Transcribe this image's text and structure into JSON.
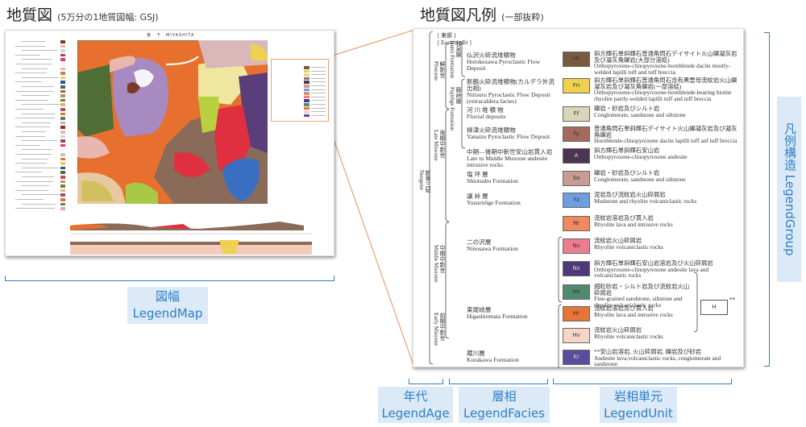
{
  "header": {
    "map_title": "地質図",
    "map_subtitle": "(5万分の1地質図幅: GSJ)",
    "legend_title": "地質図凡例",
    "legend_subtitle": "(一部抜粋)"
  },
  "map": {
    "sheet_title": "宮　下　MIYASHITA"
  },
  "legend": {
    "region_ja": "[ 東部 ]",
    "region_en": "[ Eastern part ]",
    "ages": [
      {
        "ja": "新第三紀",
        "en": "Neogene"
      },
      {
        "ja": "鮮新世",
        "en": "Pliocene"
      },
      {
        "ja": "後期中新世",
        "en": "Late Miocene"
      },
      {
        "ja": "中期中新世",
        "en": "Middle Miocene"
      },
      {
        "ja": "前期中新世",
        "en": "Early Miocene"
      },
      {
        "ja": "和泉層",
        "en": "Izumi Formation"
      },
      {
        "ja": "藤峠層",
        "en": "Fujitōge Formation"
      }
    ],
    "rows": [
      {
        "facies_ja": "仏沢火砕流堆積物",
        "facies_en": "Hotokezawa Pyroclastic Flow Deposit",
        "code": "Ht",
        "color": "#7a5a3e",
        "unit_ja": "斜方輝石単斜輝石普通角閃石デイサイト火山礫凝灰岩及び凝灰角礫岩(大部分溶結)",
        "unit_en": "Orthopyroxene-clinopyroxene-hornblende dacite mostly-welded lapilli tuff and tuff breccia"
      },
      {
        "facies_ja": "新鶴火砕流堆積物(カルデラ外流出相)",
        "facies_en": "Niitsuru Pyroclastic Flow Deposit (extracaldera facies)",
        "code": "Fn",
        "color": "#f0d050",
        "unit_ja": "斜方輝石単斜輝石普通角閃石含有黒雲母流紋岩火山礫凝灰岩及び凝灰角礫岩(一部溶結)",
        "unit_en": "Orthopyroxene-clinopyroxene-hornblende-bearing biotite rhyolite partly-welded lapilli tuff and tuff breccia"
      },
      {
        "facies_ja": "河 川 堆 積 物",
        "facies_en": "Fluvial deposits",
        "code": "Ff",
        "color": "#d9d5b9",
        "unit_ja": "礫岩・砂岩及びシルト岩",
        "unit_en": "Conglomerate, sandstone and siltstone"
      },
      {
        "facies_ja": "柳津火砕流堆積物",
        "facies_en": "Yanaizu Pyroclastic Flow Deposit",
        "code": "Fy",
        "color": "#a56a5e",
        "unit_ja": "普通角閃石単斜輝石デイサイト火山礫凝灰岩及び凝灰角礫岩",
        "unit_en": "Hornblende-clinopyroxene dacite lapilli tuff anf tuff breccia"
      },
      {
        "facies_ja": "中期―後期中新世安山岩貫入岩",
        "facies_en": "Late to Middle Miocene andesite intrusive rocks",
        "code": "A",
        "color": "#4b3550",
        "unit_ja": "斜方輝石単斜輝石安山岩",
        "unit_en": "Orthopyroxene-clinopyroxene andesite"
      },
      {
        "facies_ja": "塩 坪 層",
        "facies_en": "Shiotsubo Formation",
        "code": "So",
        "color": "#c99b92",
        "unit_ja": "礫岩・砂岩及びシルト岩",
        "unit_en": "Conglomerate, sandstone and siltstone"
      },
      {
        "facies_ja": "譲 峠 層",
        "facies_en": "Yuzuritōge Formation",
        "code": "Yz",
        "color": "#6f9ee0",
        "unit_ja": "泥岩及び流紋岩火山砕屑岩",
        "unit_en": "Mudstone and rhyolite volcaniclastic rocks"
      },
      {
        "facies_ja": "",
        "facies_en": "",
        "code": "Nr",
        "color": "#ef8a60",
        "unit_ja": "流紋岩溶岩及び貫入岩",
        "unit_en": "Rhyolite lava and intrusive rocks"
      },
      {
        "facies_ja": "二の沢層",
        "facies_en": "Ninosawa Formation",
        "code": "Nv",
        "color": "#ec7d90",
        "unit_ja": "流紋岩火山砕屑岩",
        "unit_en": "Rhyolite volcaniclastic rocks"
      },
      {
        "facies_ja": "",
        "facies_en": "",
        "code": "Ns",
        "color": "#4e3a78",
        "unit_ja": "斜方輝石単斜輝石安山岩溶岩及び火山砕屑岩",
        "unit_en": "Orthopyroxene-clinopyroxene andesite lava and volcaniclastic rocks"
      },
      {
        "facies_ja": "",
        "facies_en": "",
        "code": "Hs",
        "color": "#4f8a70",
        "unit_ja": "細粒砂岩・シルト岩及び流紋岩火山砕屑岩",
        "unit_en": "Fine-grained sandstone, siltstone and rhyolite volcaniclastic rocks"
      },
      {
        "facies_ja": "東尾岐層",
        "facies_en": "Higashiomata Formation",
        "code": "Hr",
        "color": "#e8743a",
        "unit_ja": "流紋岩溶岩及び貫入岩",
        "unit_en": "Rhyolite lava and intrusive rocks"
      },
      {
        "facies_ja": "",
        "facies_en": "",
        "code": "Hv",
        "color": "#f6d5c9",
        "unit_ja": "流紋岩火山砕屑岩",
        "unit_en": "Rhyolite volcaniclastic rocks"
      },
      {
        "facies_ja": "蔵川層",
        "facies_en": "Kurakawa Formation",
        "code": "Kr",
        "color": "#5a4e9a",
        "unit_ja": "**安山岩溶岩, 火山砕屑岩, 礫岩及び砂岩",
        "unit_en": "Andesite lava,volcaniclastic rocks, conglomerate and sandstone"
      }
    ],
    "group_box": {
      "code": "H",
      "color": "#f6d5c9",
      "mark": "**"
    }
  },
  "annotations": {
    "map_ja": "図幅",
    "map_en": "LegendMap",
    "age_ja": "年代",
    "age_en": "LegendAge",
    "facies_ja": "層相",
    "facies_en": "LegendFacies",
    "unit_ja": "岩相単元",
    "unit_en": "LegendUnit",
    "group_ja": "凡例構造",
    "group_en": "LegendGroup"
  },
  "colors": {
    "accent": "#2f7fc8",
    "label_bg": "#dce9f6",
    "callout": "#f0a070"
  }
}
